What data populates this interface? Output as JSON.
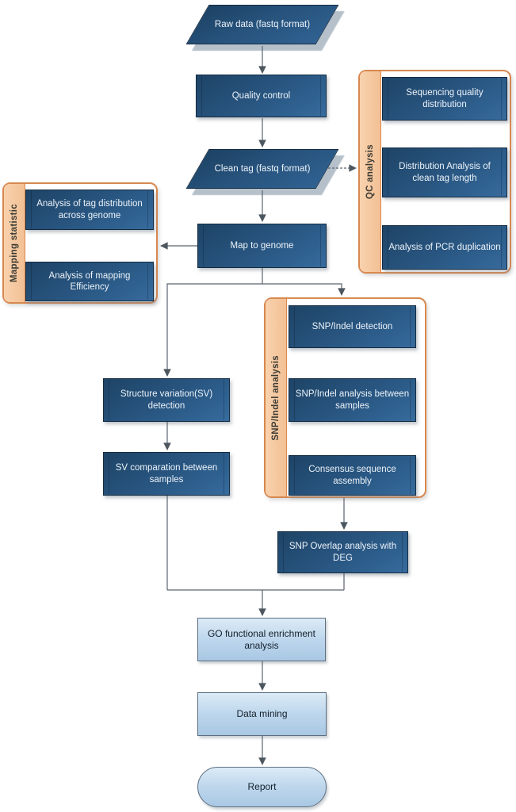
{
  "nodes": {
    "raw_data": "Raw data (fastq format)",
    "quality_control": "Quality control",
    "clean_tag": "Clean tag (fastq format)",
    "map_to_genome": "Map to genome",
    "sv_detection": "Structure variation(SV) detection",
    "sv_comparation": "SV comparation between samples",
    "snp_overlap": "SNP Overlap analysis with DEG",
    "go_enrichment": "GO functional enrichment analysis",
    "data_mining": "Data mining",
    "report": "Report"
  },
  "groups": {
    "qc_analysis": {
      "title": "QC analysis",
      "items": [
        "Sequencing quality distribution",
        "Distribution Analysis of clean tag length",
        "Analysis of PCR duplication"
      ]
    },
    "mapping_statistic": {
      "title": "Mapping statistic",
      "items": [
        "Analysis of tag distribution across genome",
        "Analysis of mapping Efficiency"
      ]
    },
    "snp_indel": {
      "title": "SNP/Indel analysis",
      "items": [
        "SNP/Indel detection",
        "SNP/Indel analysis between samples",
        "Consensus sequence assembly"
      ]
    }
  },
  "colors": {
    "process_box_fill": "#27537d",
    "process_box_border": "#142c42",
    "result_box_fill": "#bdd6ec",
    "result_box_border": "#5d6e7f",
    "group_border": "#d8884f",
    "group_sidebar_fill": "#f5c79f",
    "connector": "#4d5760",
    "text_on_dark": "#edf3f9",
    "text_on_light": "#14202c"
  }
}
